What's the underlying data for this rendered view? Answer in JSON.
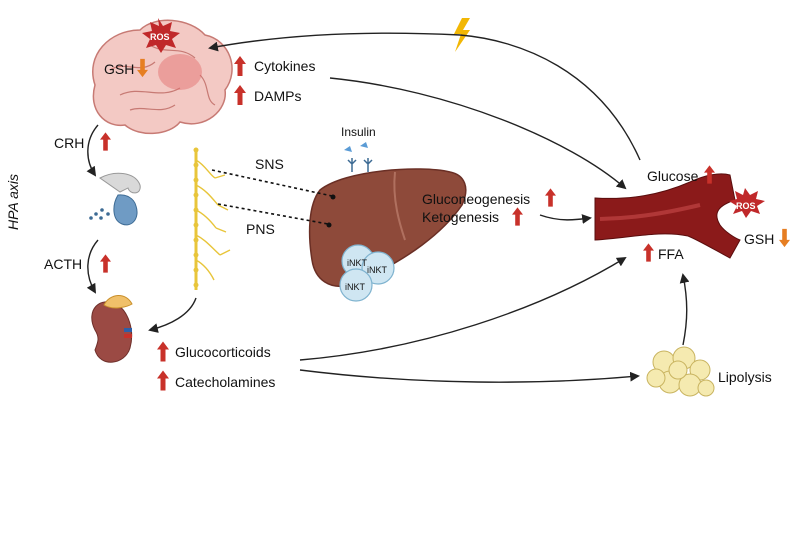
{
  "labels": {
    "ros": "ROS",
    "gsh": "GSH",
    "cytokines": "Cytokines",
    "damps": "DAMPs",
    "crh": "CRH",
    "hpa_axis": "HPA axis",
    "acth": "ACTH",
    "sns": "SNS",
    "pns": "PNS",
    "insulin": "Insulin",
    "inkt": "iNKT",
    "gluconeogenesis": "Gluconeogenesis",
    "ketogenesis": "Ketogenesis",
    "glucose": "Glucose",
    "ffa": "FFA",
    "glucocorticoids": "Glucocorticoids",
    "catecholamines": "Catecholamines",
    "lipolysis": "Lipolysis"
  },
  "colors": {
    "up_arrow": "#c8312a",
    "down_arrow": "#e67e22",
    "ros_burst": "#c0282a",
    "liver": "#8e4a3a",
    "vessel": "#8b1a1a",
    "nerve": "#e8c53a",
    "lightning": "#f2b705",
    "fat": "#f5eab0"
  }
}
